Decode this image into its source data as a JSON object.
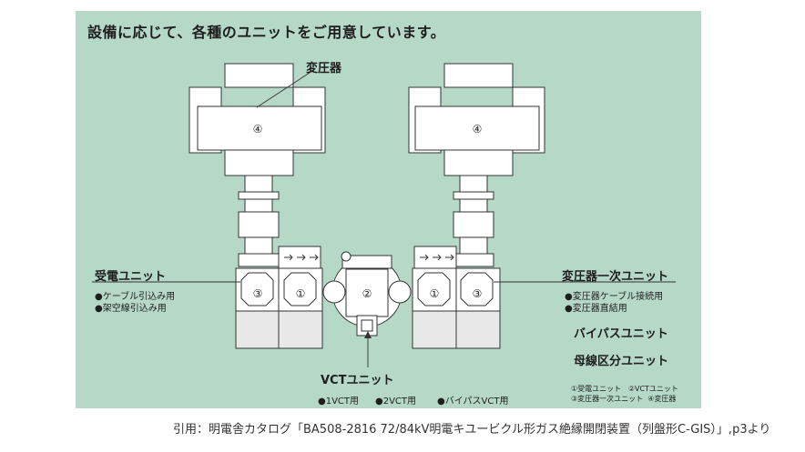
{
  "heading": "設備に応じて、各種のユニットをご用意しています。",
  "unit_numbers": {
    "transformer": "④",
    "breaker": "①",
    "vct": "②",
    "power_receiving": "③"
  },
  "labels": {
    "transformer": "変圧器",
    "power_receiving": {
      "title": "受電ユニット",
      "items": [
        "●ケーブル引込み用",
        "●架空線引込み用"
      ]
    },
    "transformer_primary": {
      "title": "変圧器一次ユニット",
      "items": [
        "●変圧器ケーブル接続用",
        "●変圧器直結用"
      ]
    },
    "bypass": "バイパスユニット",
    "bus_section": "母線区分ユニット",
    "vct": {
      "title": "VCTユニット",
      "items": [
        "●1VCT用",
        "●2VCT用",
        "●バイパスVCT用"
      ]
    }
  },
  "legend": {
    "row1": [
      "①受電ユニット",
      "②VCTユニット"
    ],
    "row2": [
      "③変圧器一次ユニット",
      "④変圧器"
    ]
  },
  "citation": "引用：明電舎カタログ「BA508-2816 72/84kV明電キユービクル形ガス絶縁開閉装置（列盤形C-GIS）」,p3より",
  "colors": {
    "panel": "#b6d8c7",
    "equipment_fill": "#ffffff",
    "equipment_stroke": "#333333",
    "cabinet": "#e8e8e8"
  }
}
